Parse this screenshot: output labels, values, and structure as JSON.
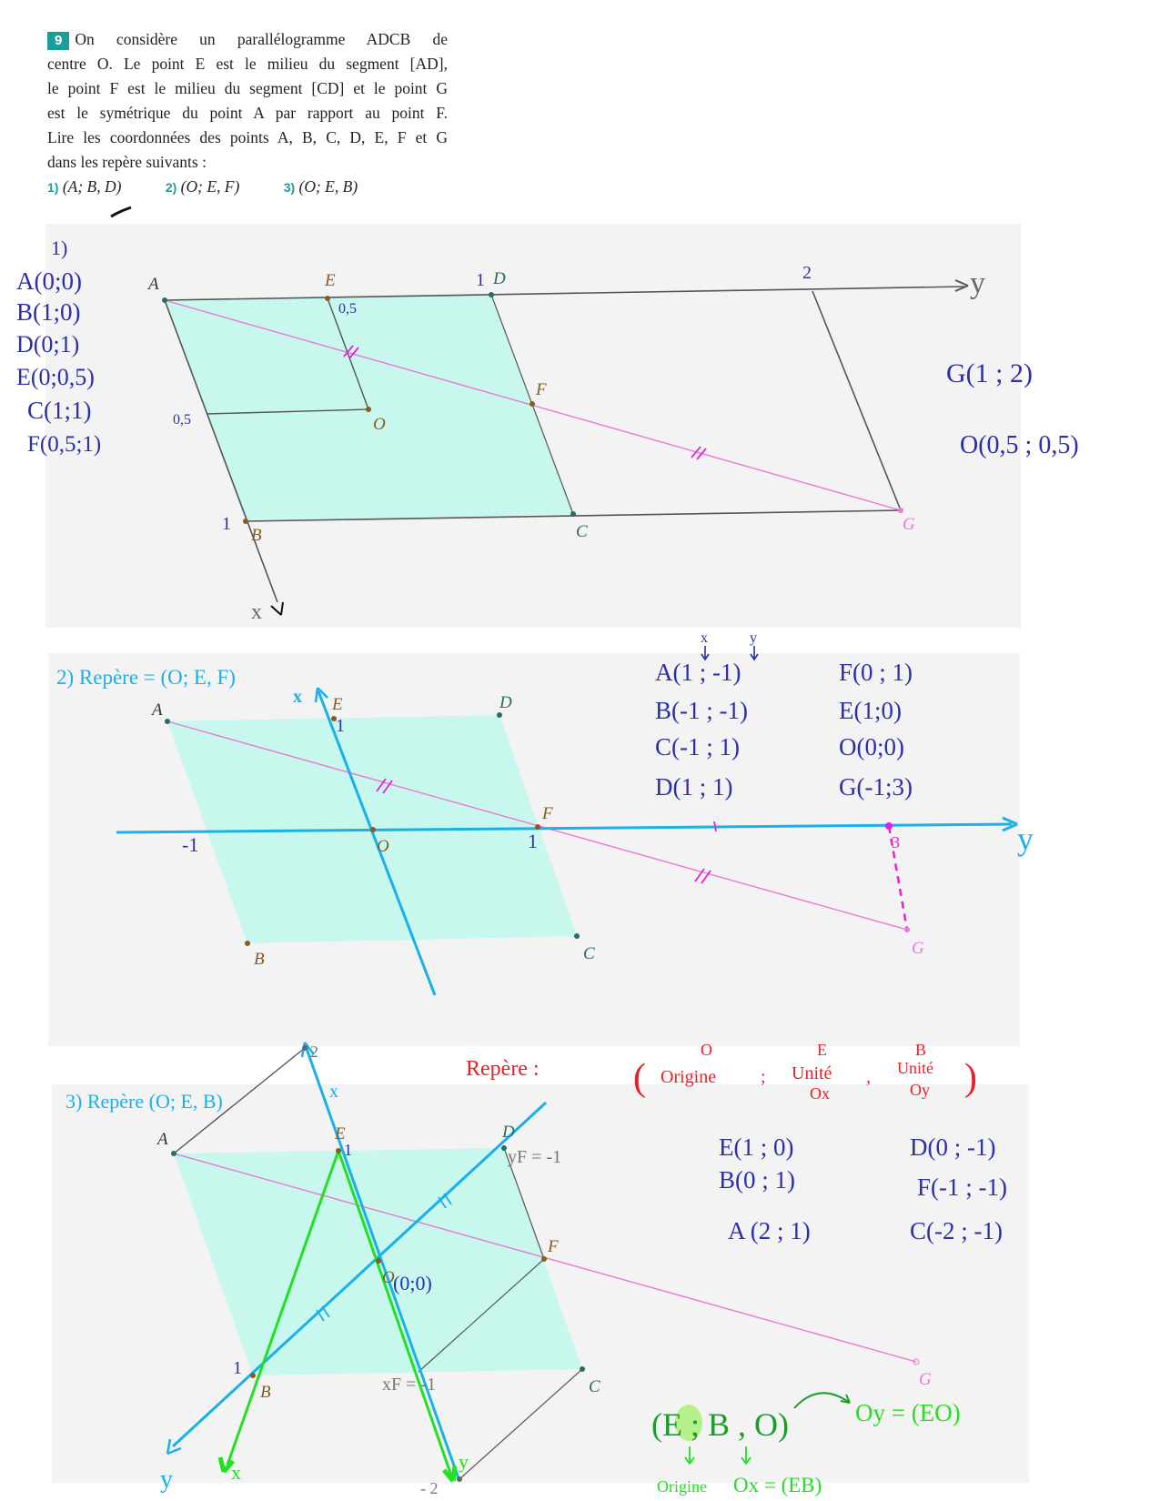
{
  "exercise": {
    "number": "9",
    "line1": "On considère un parallélogramme ADCB de",
    "line2": "centre O. Le point E est le milieu du segment [AD],",
    "line3": "le point F est le milieu du segment [CD] et le point G",
    "line4": "est le symétrique du point A par rapport au point F.",
    "line5": "Lire les coordonnées des points A, B, C, D, E, F et G",
    "line6": "dans les repère suivants :",
    "q1_num": "1)",
    "q1": "(A; B, D)",
    "q2_num": "2)",
    "q2": "(O; E, F)",
    "q3_num": "3)",
    "q3": "(O; E, B)"
  },
  "points": {
    "A": "A",
    "B": "B",
    "C": "C",
    "D": "D",
    "E": "E",
    "F": "F",
    "G": "G",
    "O": "O"
  },
  "colors": {
    "parallelogram_fill": "#c8f7ee",
    "segment_ag": "#e879d6",
    "axes_blue": "#1ab0e8",
    "axes_green": "#22e022",
    "handwriting_blue": "#2b2fa8",
    "handwriting_red": "#e8202a",
    "handwriting_green": "#1a9e2a",
    "magenta": "#e820d8"
  },
  "part1": {
    "label": "1)",
    "coords": [
      "A(0;0)",
      "B(1;0)",
      "D(0;1)",
      "E(0;0,5)",
      "C(1;1)",
      "F(0,5;1)"
    ],
    "G": "G(1 ; 2)",
    "O": "O(0,5 ; 0,5)",
    "tick_d": "1",
    "tick_2": "2",
    "tick_e": "0,5",
    "tick_ab": "0,5",
    "tick_b": "1",
    "axis_y": "y",
    "axis_x": "x"
  },
  "part2": {
    "title": "2) Repère = (O; E, F)",
    "coords_left": [
      "A(1 ; -1)",
      "B(-1 ; -1)",
      "C(-1 ; 1)",
      "D(1 ; 1)"
    ],
    "coords_right": [
      "F(0 ; 1)",
      "E(1;0)",
      "O(0;0)",
      "G(-1;3)"
    ],
    "axis_x_mark": "x",
    "axis_y_mark": "y",
    "tick_minus1": "-1",
    "tick_1": "1",
    "tick_e": "1",
    "tick_3": "3",
    "axis_x": "x",
    "axis_y": "y"
  },
  "part3": {
    "title": "3) Repère (O; E, B)",
    "axis_x_top": "x",
    "repere_label": "Repère :",
    "origine_head": "O",
    "unite_ox_head": "E",
    "unite_oy_head": "B",
    "origine": "Origine",
    "unite1": "Unité",
    "ox": "Ox",
    "unite2": "Unité",
    "oy": "Oy",
    "coords_left": [
      "E(1 ; 0)",
      "B(0 ; 1)",
      "A (2 ; 1)"
    ],
    "coords_right": [
      "D(0 ; -1)",
      "F(-1 ; -1)",
      "C(-2 ; -1)"
    ],
    "o_coord": "(0;0)",
    "yf": "yF = -1",
    "xf": "xF = -1",
    "tick_2": "2",
    "tick_minus2": "- 2",
    "tick_e": "1",
    "tick_b": "1",
    "axis_y_left": "y",
    "axis_x_green": "x",
    "axis_y_green": "y",
    "green_tuple": "(E ; B , O)",
    "oy_eq": "Oy = (EO)",
    "green_origine": "Origine",
    "ox_eq": "Ox = (EB)"
  }
}
